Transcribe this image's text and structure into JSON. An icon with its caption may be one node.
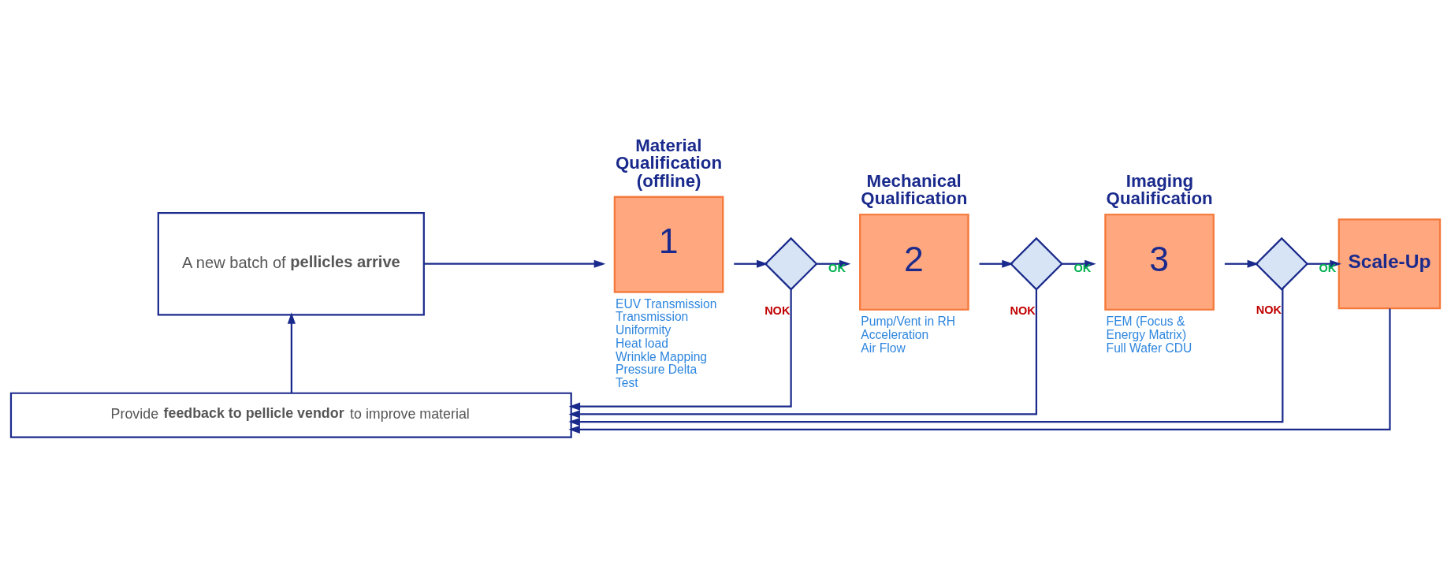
{
  "diagram": {
    "nodes": [
      {
        "text": [
          "A new batch of **pellicles arrive**"
        ]
      },
      {
        "text": [
          "Material Qualification (offline)",
          "1"
        ],
        "beside": [
          "EUV Transmission",
          "Transmission Uniformity",
          "Heat load",
          "Wrinkle Mapping",
          "Pressure Delta Test"
        ]
      },
      {
        "text": [],
        "shape": "diamond"
      },
      {
        "text": [
          "Mechanical Qualification",
          "2"
        ],
        "beside": [
          "Pump/Vent in RH",
          "Acceleration",
          "Air Flow"
        ]
      },
      {
        "text": [],
        "shape": "diamond"
      },
      {
        "text": [
          "Imaging Qualification",
          "3"
        ],
        "beside": [
          "FEM (Focus & Energy Matrix)",
          "Full Wafer CDU"
        ]
      },
      {
        "text": [],
        "shape": "diamond"
      },
      {
        "text": [
          "Scale-Up"
        ]
      },
      {
        "text": [
          "Provide **feedback to pellicle vendor** to improve material"
        ]
      }
    ],
    "edges": [
      {
        "from": 0,
        "to": 1,
        "arrow": "to"
      },
      {
        "from": 1,
        "to": 2,
        "arrow": "to"
      },
      {
        "from": 2,
        "to": 3,
        "arrow": "to",
        "label": "OK"
      },
      {
        "from": 3,
        "to": 4,
        "arrow": "to"
      },
      {
        "from": 4,
        "to": 5,
        "arrow": "to",
        "label": "OK"
      },
      {
        "from": 5,
        "to": 6,
        "arrow": "to"
      },
      {
        "from": 6,
        "to": 7,
        "arrow": "to",
        "label": "OK"
      },
      {
        "from": 2,
        "to": 8,
        "arrow": "to",
        "label": "NOK"
      },
      {
        "from": 4,
        "to": 8,
        "arrow": "to",
        "label": "NOK"
      },
      {
        "from": 6,
        "to": 8,
        "arrow": "to",
        "label": "NOK"
      },
      {
        "from": 7,
        "to": 8,
        "arrow": "to"
      },
      {
        "from": 8,
        "to": 0,
        "arrow": "to"
      }
    ]
  }
}
